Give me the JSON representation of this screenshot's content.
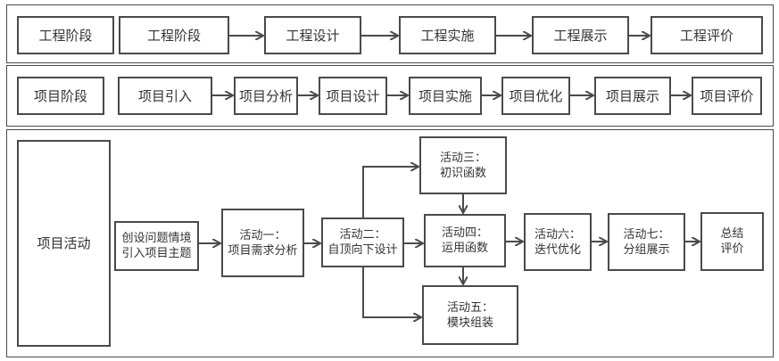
{
  "colors": {
    "stroke": "#4a4a4a",
    "text": "#333333",
    "background": "#ffffff"
  },
  "engineering_row": {
    "header": "工程阶段",
    "stages": [
      "工程阶段",
      "工程设计",
      "工程实施",
      "工程展示",
      "工程评价"
    ]
  },
  "project_row": {
    "header": "项目阶段",
    "stages": [
      "项目引入",
      "项目分析",
      "项目设计",
      "项目实施",
      "项目优化",
      "项目展示",
      "项目评价"
    ]
  },
  "activity_section": {
    "header": "项目活动",
    "intro": {
      "line1": "创设问题情境",
      "line2": "引入项目主题"
    },
    "activity1": {
      "line1": "活动一：",
      "line2": "项目需求分析"
    },
    "activity2": {
      "line1": "活动二：",
      "line2": "自顶向下设计"
    },
    "activity3": {
      "line1": "活动三：",
      "line2": "初识函数"
    },
    "activity4": {
      "line1": "活动四：",
      "line2": "运用函数"
    },
    "activity5": {
      "line1": "活动五：",
      "line2": "模块组装"
    },
    "activity6": {
      "line1": "活动六：",
      "line2": "迭代优化"
    },
    "activity7": {
      "line1": "活动七：",
      "line2": "分组展示"
    },
    "summary": {
      "line1": "总结",
      "line2": "评价"
    }
  }
}
